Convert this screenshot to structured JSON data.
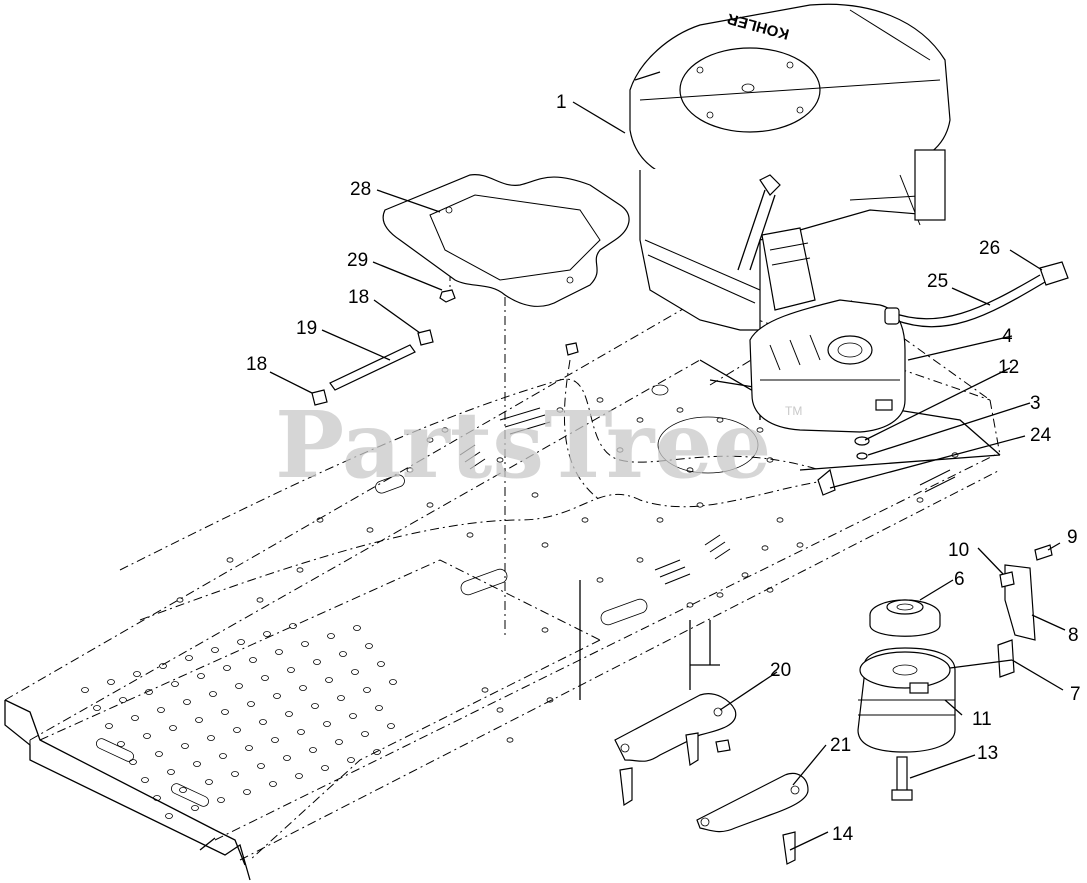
{
  "watermark": {
    "text": "PartsTree",
    "tm": "TM"
  },
  "engine_brand": "KOHLER",
  "callouts": [
    {
      "id": "c1",
      "label": "1"
    },
    {
      "id": "c28",
      "label": "28"
    },
    {
      "id": "c29",
      "label": "29"
    },
    {
      "id": "c18a",
      "label": "18"
    },
    {
      "id": "c19",
      "label": "19"
    },
    {
      "id": "c18b",
      "label": "18"
    },
    {
      "id": "c26",
      "label": "26"
    },
    {
      "id": "c25",
      "label": "25"
    },
    {
      "id": "c4",
      "label": "4"
    },
    {
      "id": "c12",
      "label": "12"
    },
    {
      "id": "c3",
      "label": "3"
    },
    {
      "id": "c24",
      "label": "24"
    },
    {
      "id": "c10",
      "label": "10"
    },
    {
      "id": "c9",
      "label": "9"
    },
    {
      "id": "c6",
      "label": "6"
    },
    {
      "id": "c8",
      "label": "8"
    },
    {
      "id": "c7",
      "label": "7"
    },
    {
      "id": "c20",
      "label": "20"
    },
    {
      "id": "c11",
      "label": "11"
    },
    {
      "id": "c21",
      "label": "21"
    },
    {
      "id": "c13",
      "label": "13"
    },
    {
      "id": "c14",
      "label": "14"
    }
  ]
}
